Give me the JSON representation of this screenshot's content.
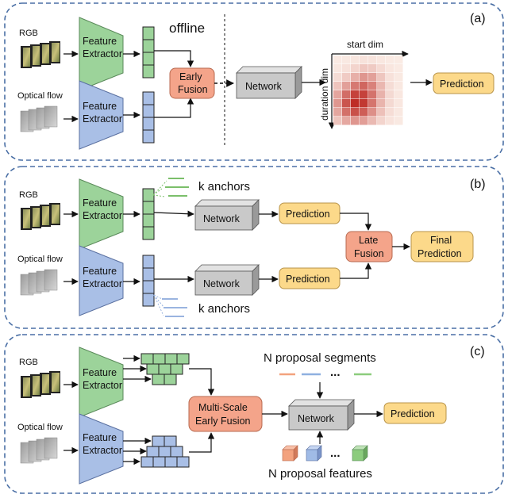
{
  "panels": {
    "a": {
      "tag": "(a)",
      "rgb_label": "RGB",
      "flow_label": "Optical flow",
      "extractor_label": [
        "Feature",
        "Extractor"
      ],
      "offline_label": "offline",
      "fusion_label": [
        "Early",
        "Fusion"
      ],
      "network_label": "Network",
      "map_xlabel": "start dim",
      "map_ylabel": "duration dim",
      "prediction_label": "Prediction"
    },
    "b": {
      "tag": "(b)",
      "rgb_label": "RGB",
      "flow_label": "Optical flow",
      "extractor_label": [
        "Feature",
        "Extractor"
      ],
      "anchors_label": "k anchors",
      "network_label": "Network",
      "prediction_label": "Prediction",
      "late_fusion_label": [
        "Late",
        "Fusion"
      ],
      "final_label": [
        "Final",
        "Prediction"
      ]
    },
    "c": {
      "tag": "(c)",
      "rgb_label": "RGB",
      "flow_label": "Optical flow",
      "extractor_label": [
        "Feature",
        "Extractor"
      ],
      "fusion_label": [
        "Multi-Scale",
        "Early Fusion"
      ],
      "network_label": "Network",
      "prediction_label": "Prediction",
      "segments_label": "N proposal segments",
      "features_label": "N proposal features",
      "ellipsis": "..."
    }
  },
  "colors": {
    "rgb_green": "#9cd39a",
    "flow_blue": "#a9bfe6",
    "fusion_salmon": "#f4a48a",
    "prediction_yellow": "#fcd98a",
    "network_gray": "#c9c9c9",
    "panel_border": "#4a6fa5"
  }
}
